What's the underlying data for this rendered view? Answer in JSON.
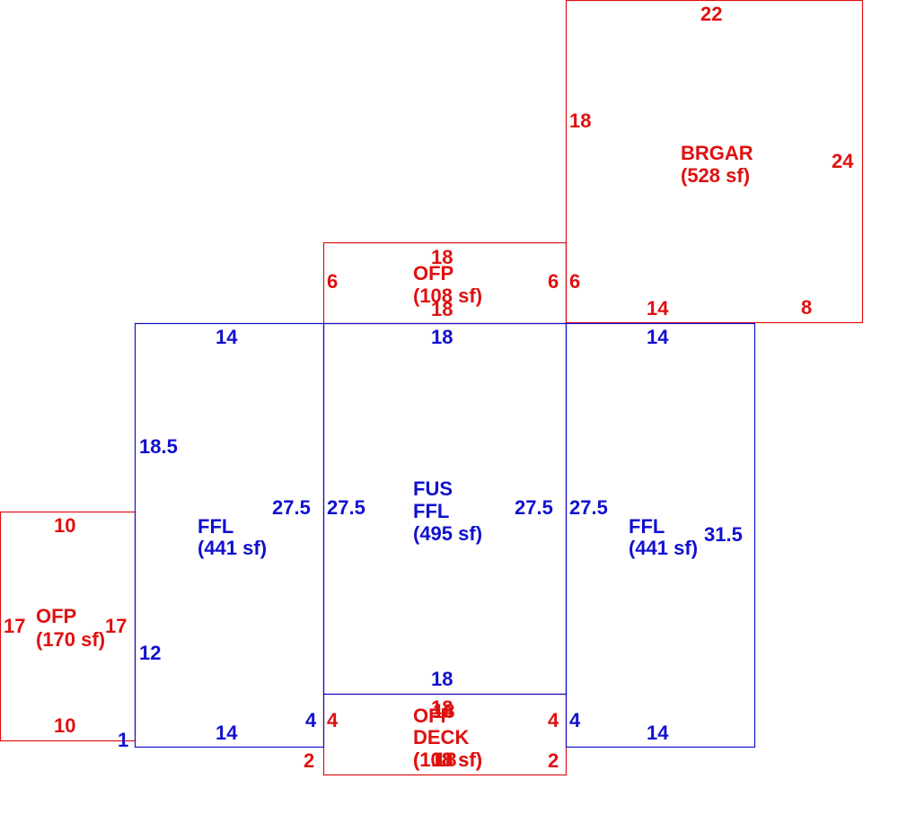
{
  "colors": {
    "red": "#e01010",
    "blue": "#1010d0"
  },
  "areas": {
    "brgar": {
      "name": "BRGAR",
      "area": "(528 sf)",
      "dims": {
        "top": "22",
        "left": "18",
        "right": "24",
        "left_low": "6",
        "bottom_left": "14",
        "bottom_right": "8"
      }
    },
    "ofp_top": {
      "name": "OFP",
      "area": "(108 sf)",
      "dims": {
        "top": "18",
        "left": "6",
        "right": "6",
        "bottom": "18"
      }
    },
    "ffl_left": {
      "name": "FFL",
      "area": "(441 sf)",
      "dims": {
        "top": "14",
        "left_upper": "18.5",
        "right": "27.5",
        "left_lower": "12",
        "bottom": "14",
        "bottom_corner": "1",
        "bottom_right": "4"
      }
    },
    "fus_ffl": {
      "name1": "FUS",
      "name2": "FFL",
      "area": "(495 sf)",
      "dims": {
        "top": "18",
        "left": "27.5",
        "right": "27.5",
        "bottom": "18"
      }
    },
    "ffl_right": {
      "name": "FFL",
      "area": "(441 sf)",
      "dims": {
        "top": "14",
        "left": "27.5",
        "right": "31.5",
        "bottom": "14",
        "bottom_left": "4"
      }
    },
    "ofp_left": {
      "name": "OFP",
      "area": "(170 sf)",
      "dims": {
        "top": "10",
        "left": "17",
        "right": "17",
        "bottom": "10"
      }
    },
    "ofp_deck": {
      "name1": "OFP",
      "name2": "DECK",
      "area1": "(108 sf)",
      "area2": "(108 sf)",
      "dims": {
        "top1": "18",
        "top2": "18",
        "left": "4",
        "right": "4",
        "bottom1": "18",
        "bottom2": "18",
        "left_low": "2",
        "right_low": "2"
      }
    }
  }
}
